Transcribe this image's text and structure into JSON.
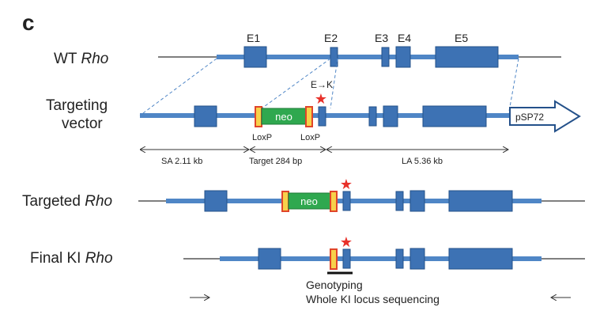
{
  "panel_letter": "c",
  "exon_labels": [
    "E1",
    "E2",
    "E3",
    "E4",
    "E5"
  ],
  "rows": {
    "wt": {
      "name": "WT",
      "gene": "Rho"
    },
    "targeting": {
      "line1": "Targeting",
      "line2": "vector"
    },
    "targeted": {
      "name": "Targeted",
      "gene": "Rho"
    },
    "final": {
      "name": "Final KI",
      "gene": "Rho"
    }
  },
  "mutation": "E→K",
  "neo": "neo",
  "loxp": "LoxP",
  "plasmid": "pSP72",
  "arms": {
    "sa": "SA 2.11 kb",
    "target": "Target 284 bp",
    "la": "LA 5.36 kb"
  },
  "genotyping": "Genotyping",
  "sequencing": "Whole KI locus sequencing",
  "colors": {
    "exon_fill": "#3d72b4",
    "exon_stroke": "#24518a",
    "gene_line": "#4f86c6",
    "genomic_line": "#555555",
    "neo_fill": "#2fa84f",
    "loxp_fill": "#f7d14a",
    "loxp_stroke": "#e0452a",
    "star": "#e8312a"
  }
}
